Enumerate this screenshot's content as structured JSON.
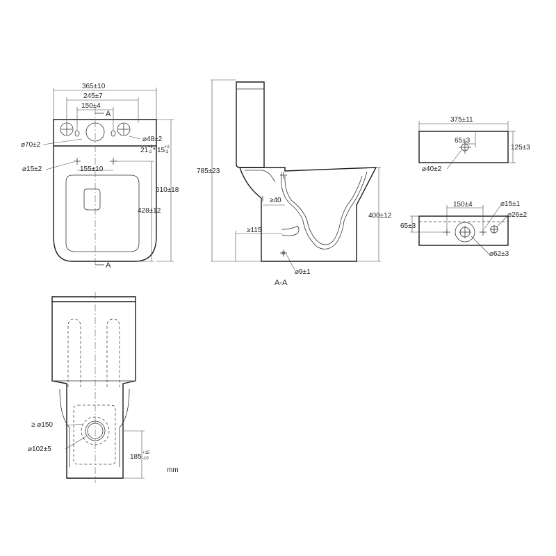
{
  "top_view": {
    "section_marker": "A",
    "dims": {
      "overall_width": "365±10",
      "hole_spacing": "245±7",
      "center_spacing": "150±4",
      "outlet_dia": "⌀70±2",
      "side_hole_dia": "⌀48±2",
      "hole_offset_base": "21",
      "hole_offset_tol_upper": "+2",
      "hole_offset_tol_lower": "-2",
      "hole_offset_base_2": "15",
      "hole_offset_2_tol_upper": "+2",
      "hole_offset_2_tol_lower": "-2",
      "fix_hole_dia": "⌀15±2",
      "fix_spacing": "155±10",
      "depth": "610±18",
      "fix_depth": "428±12"
    }
  },
  "section_view": {
    "label": "A-A",
    "dims": {
      "total_height": "785±23",
      "pan_height": "400±12",
      "trap_min": "≥40",
      "wall_min": "≥115",
      "fix_hole": "⌀9±1"
    }
  },
  "tank_front": {
    "dims": {
      "width": "375±11",
      "depth": "125±3",
      "hole_offset": "65±3",
      "hole_dia": "⌀40±2"
    }
  },
  "tank_top": {
    "dims": {
      "spacing": "150±4",
      "small_hole": "⌀15±1",
      "mid_hole": "⌀26±2",
      "depth": "65±3",
      "big_hole": "⌀62±3"
    }
  },
  "bottom_view": {
    "dims": {
      "outlet_outer": "≥ ⌀150",
      "outlet_inner": "⌀102±5",
      "outlet_height_base": "185",
      "outlet_height_tol_upper": "+15",
      "outlet_height_tol_lower": "-10"
    }
  },
  "unit_label": "mm"
}
